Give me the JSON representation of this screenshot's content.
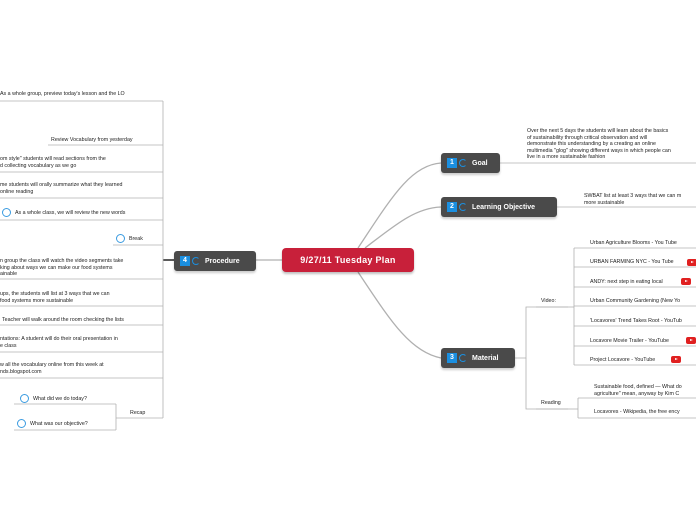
{
  "central": {
    "title": "9/27/11 Tuesday Plan"
  },
  "goal": {
    "num": "1",
    "label": "Goal",
    "text": [
      "Over the next 5 days the students will learn about the basics",
      "of sustainability through critical observation and will",
      "demonstrate this understanding by a creating an online",
      "multimedia \"glog\" showing different ways in which people can",
      "live in a more sustainable fashion"
    ]
  },
  "objective": {
    "num": "2",
    "label": "Learning Objective",
    "text": [
      "SWBAT list at least 3 ways that we can m",
      "more sustainable"
    ]
  },
  "material": {
    "num": "3",
    "label": "Material",
    "video_label": "Video:",
    "videos": [
      "Urban Agriculture Blooms - You Tube",
      "URBAN FARMING NYC - You Tube",
      "ANDY: next step in eating local",
      "Urban Community Gardening (New Yo",
      "'Locavores' Trend Takes Root - YouTub",
      "Locavore Movie Trailer - YouTube",
      "Project Locavore - YouTube"
    ],
    "reading_label": "Reading",
    "readings": [
      [
        "Sustainable food, defined — What do",
        "agriculture\" mean, anyway by Kim C"
      ],
      [
        "Locavores - Wikipedia, the free ency"
      ]
    ]
  },
  "procedure": {
    "num": "4",
    "label": "Procedure",
    "steps": [
      [
        "As a whole group, preview today's lesson and the LO"
      ],
      [
        "Review Vocabulary from yesterday"
      ],
      [
        "om style\" students will read sections from the",
        "d collecting vocabulary as we go"
      ],
      [
        "me students will orally summarize what they learned",
        "online reading"
      ],
      [
        "As a whole class, we will review the new words"
      ],
      [
        "Break"
      ],
      [
        "n group the class will watch the video segments take",
        "king about ways we can make our food systems",
        "ainable"
      ],
      [
        "ups, the students will list at 3 ways that we can",
        "food systems more sustainable"
      ],
      [
        "Teacher will walk around the room checking the lists"
      ],
      [
        "ntations: A student will do their oral presentation in",
        "e class"
      ],
      [
        "w all the vocabulary online from this week at",
        "nds.blogspot.com"
      ]
    ],
    "recap_label": "Recap",
    "recap": [
      "What did we  do today?",
      "What was our objective?"
    ]
  }
}
